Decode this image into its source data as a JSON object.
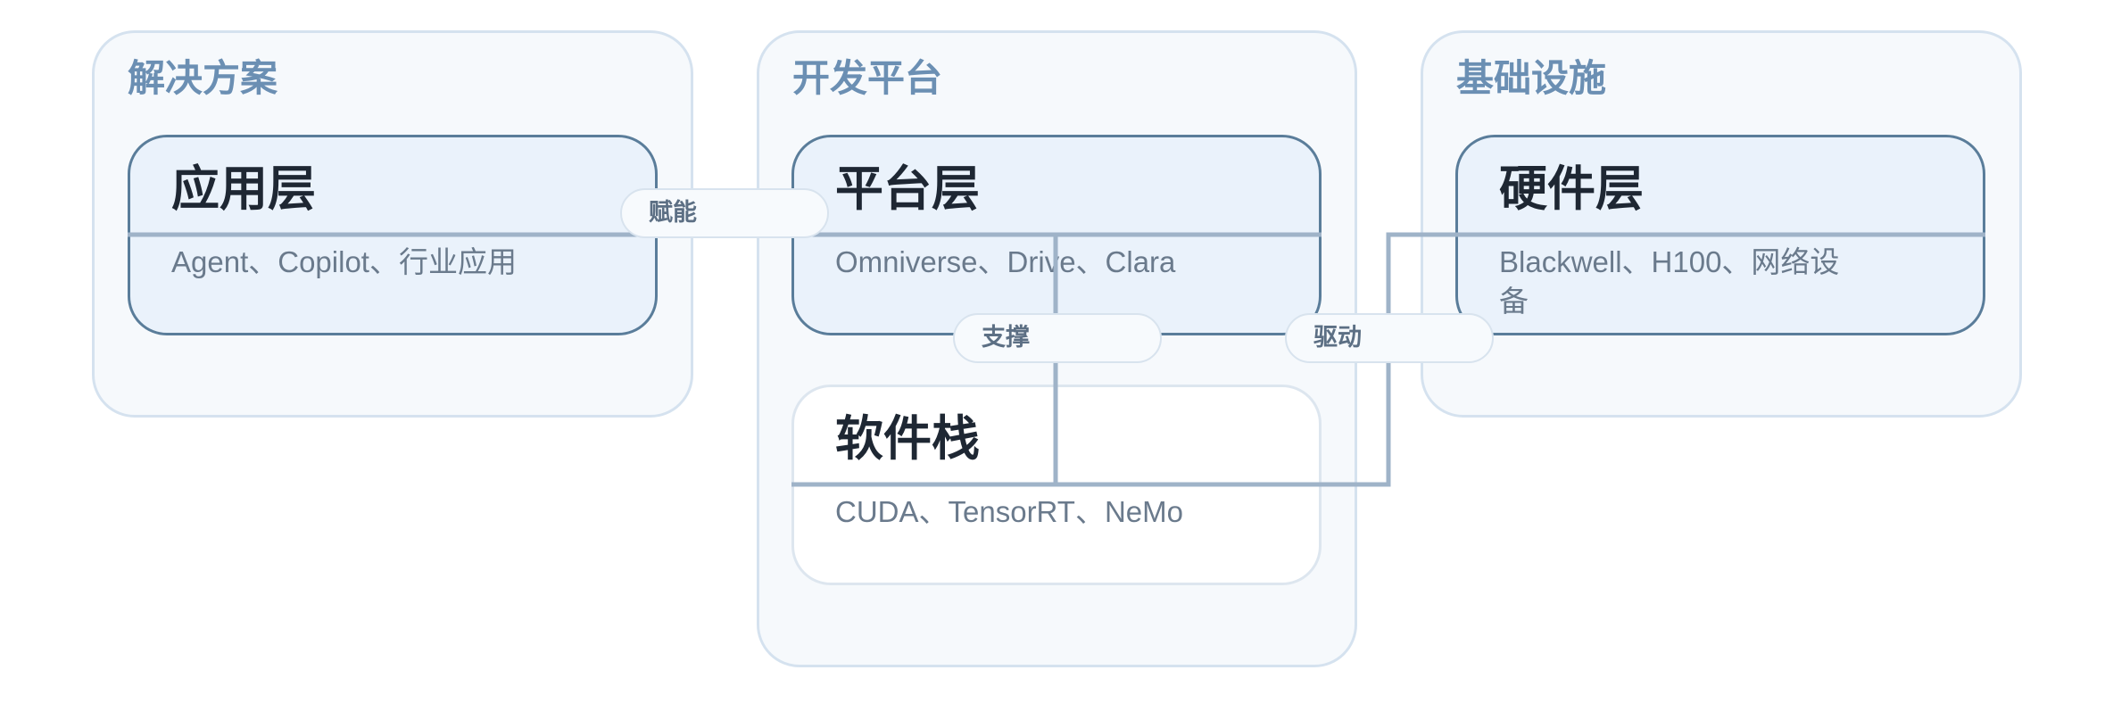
{
  "groups": [
    {
      "id": "solutions",
      "title": "解决方案"
    },
    {
      "id": "dev-platform",
      "title": "开发平台"
    },
    {
      "id": "infrastructure",
      "title": "基础设施"
    }
  ],
  "layers": [
    {
      "id": "application",
      "title": "应用层",
      "desc": "Agent、Copilot、行业应用"
    },
    {
      "id": "platform",
      "title": "平台层",
      "desc": "Omniverse、Drive、Clara"
    },
    {
      "id": "software-stack",
      "title": "软件栈",
      "desc": "CUDA、TensorRT、NeMo"
    },
    {
      "id": "hardware",
      "title": "硬件层",
      "desc": "Blackwell、H100、网络设备"
    }
  ],
  "edges": [
    {
      "from": "application",
      "to": "platform",
      "label": "赋能"
    },
    {
      "from": "platform",
      "to": "software-stack",
      "label": "支撑"
    },
    {
      "from": "software-stack",
      "to": "hardware",
      "label": "驱动"
    }
  ],
  "colors": {
    "group_fill": "#f6f9fc",
    "group_border": "#d5e2ef",
    "group_title": "#6b8fb3",
    "layer_fill": "#eaf2fb",
    "layer_border": "#5a7d9a",
    "connector": "#9fb3c8",
    "title_text": "#1e2733",
    "desc_text": "#6a7a8c"
  }
}
